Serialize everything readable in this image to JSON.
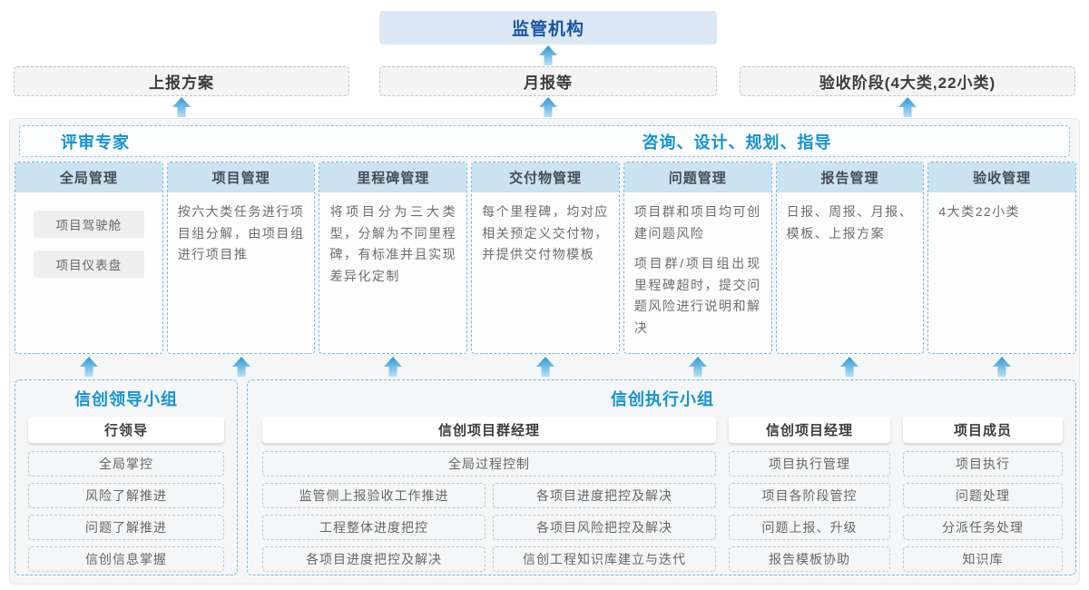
{
  "top": {
    "regulator": "监管机构",
    "outputs": {
      "plan": "上报方案",
      "monthly": "月报等",
      "acceptance": "验收阶段(4大类,22小类)"
    }
  },
  "platform": {
    "left_title": "评审专家",
    "right_title": "咨询、设计、规划、指导",
    "columns": [
      {
        "title": "全局管理",
        "items": [
          "项目驾驶舱",
          "项目仪表盘"
        ]
      },
      {
        "title": "项目管理",
        "paragraphs": [
          "按六大类任务进行项目组分解，由项目组进行项目推"
        ]
      },
      {
        "title": "里程碑管理",
        "paragraphs": [
          "将项目分为三大类型，分解为不同里程碑，有标准并且实现差异化定制"
        ]
      },
      {
        "title": "交付物管理",
        "paragraphs": [
          "每个里程碑，均对应相关预定义交付物，并提供交付物模板"
        ]
      },
      {
        "title": "问题管理",
        "paragraphs": [
          "项目群和项目均可创建问题风险",
          "项目群/项目组出现里程碑超时，提交问题风险进行说明和解决"
        ]
      },
      {
        "title": "报告管理",
        "paragraphs": [
          "日报、周报、月报、模板、上报方案"
        ]
      },
      {
        "title": "验收管理",
        "paragraphs": [
          "4大类22小类"
        ]
      }
    ]
  },
  "teams": {
    "leader_group": {
      "title": "信创领导小组",
      "role": "行领导",
      "items": [
        "全局掌控",
        "风险了解推进",
        "问题了解推进",
        "信创信息掌握"
      ]
    },
    "exec_group": {
      "title": "信创执行小组",
      "program_manager": {
        "role": "信创项目群经理",
        "full_item": "全局过程控制",
        "left_items": [
          "监管侧上报验收工作推进",
          "工程整体进度把控",
          "各项目进度把控及解决"
        ],
        "right_items": [
          "各项目进度把控及解决",
          "各项目风险把控及解决",
          "信创工程知识库建立与迭代"
        ]
      },
      "project_manager": {
        "role": "信创项目经理",
        "items": [
          "项目执行管理",
          "项目各阶段管控",
          "问题上报、升级",
          "报告模板协助"
        ]
      },
      "members": {
        "role": "项目成员",
        "items": [
          "项目执行",
          "问题处理",
          "分派任务处理",
          "知识库"
        ]
      }
    }
  },
  "colors": {
    "accent_blue_title": "#1593d2",
    "regulator_text": "#1a55a5",
    "regulator_bg": "#dbe8f4",
    "column_header_bg": "#cbe2f1",
    "dashed_blue_border": "#74b9e3",
    "arrow_gradient_top": "#2e97d3",
    "arrow_gradient_bottom": "#b7e0f5"
  }
}
